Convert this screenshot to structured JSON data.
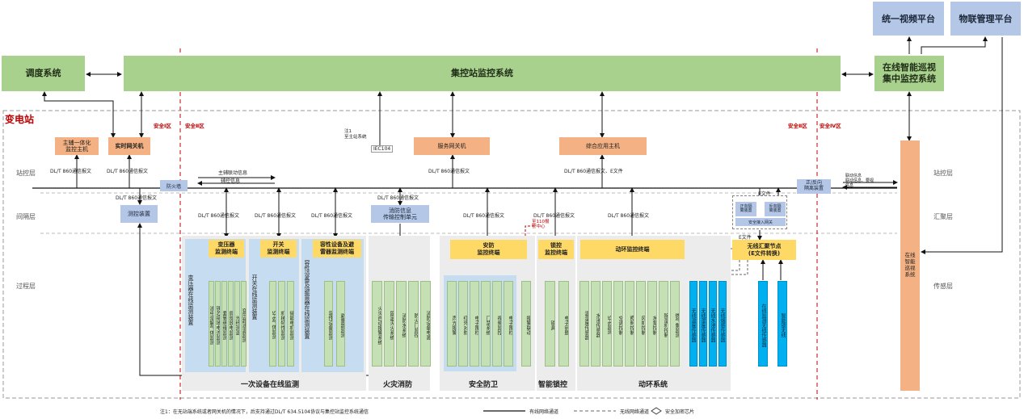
{
  "platforms": {
    "video": "统一视频平台",
    "iot": "物联管理平台",
    "dispatch": "调度系统",
    "central": "集控站监控系统",
    "inspection": "在线智能巡视\n集中监控系统"
  },
  "substation_label": "变电站",
  "zones": {
    "zone1": "安全Ⅰ区",
    "zone2a": "安全Ⅱ区",
    "zone2b": "安全Ⅱ区",
    "zone4": "安全Ⅳ区"
  },
  "layers": {
    "station_left": "站控层",
    "bay": "间隔层",
    "process": "过程层",
    "station_right": "站控层",
    "convergence": "汇聚层",
    "sensing": "传感层"
  },
  "station": {
    "aux_host": "主辅一体化\n监控主机",
    "realtime_gw": "实时网关机",
    "service_gw": "服务网关机",
    "app_host": "综合应用主机",
    "firewall": "防火墙",
    "fwd_isolation": "正/反向\n隔离装置",
    "measure": "测控装置",
    "fire_unit": "消防信息\n传输控制单元",
    "fwd_iso_small": "正向隔\n离装置",
    "rev_iso_small": "反向隔\n离装置",
    "safe_access": "安全接入网关",
    "inspection_sys": "在线\n智能\n巡视\n系统",
    "note1": "注1\n至主站系统",
    "iec104": "IEC104"
  },
  "protocols": {
    "p1": "DL/T 860通信报文",
    "p2": "DL/T 860通信报文",
    "p3": "DL/T 860通信报文",
    "p4": "DL/T 860通信报文",
    "p5": "DL/T 860通信报文、E文件",
    "p6": "DL/T 860通信报文",
    "p7": "DL/T 860通信报文",
    "p8": "DL/T 860通信报文",
    "p9": "DL/T 860通信报文",
    "p10": "DL/T 860通信报文",
    "p11": "DL/T 860通信报文",
    "p12": "DL/T 860通信报文",
    "p13": "DL/T 860通信报文",
    "p14": "DL/T 860通信报文",
    "link_info": "主辅联动信息",
    "assist_info": "辅控信息",
    "e_file_1": "E文件",
    "e_file_2": "E文件",
    "linkage_right": "联动信息\n联动信息、要视\n信息",
    "alarm_110": "至110报\n警中心"
  },
  "terminals": {
    "transformer": "变压器\n监测终端",
    "switch": "开关\n监测终端",
    "arrester": "容性设备及避\n雷器监测终端",
    "security": "安防\n监控终端",
    "lock": "锁控\n监控终端",
    "env": "动环监控终端",
    "wireless": "无线汇聚节点\n(E文件转换)"
  },
  "big_vertical": {
    "transformer": "变压器在线监测装置",
    "switch": "开关在线监测装置",
    "arrester": "容性设备及避雷器在线监测装置"
  },
  "devices": {
    "transformer": [
      "油中溶解气体监测",
      "铁芯接地电流监测",
      "套管绝缘监测",
      "局部放电监测",
      "光纤测温",
      "变压器油温监测"
    ],
    "switch": [
      "SF6气体监测",
      "机械特性监测",
      "储能电机监测"
    ],
    "arrester": [
      "容性设备监测",
      "避雷器监测"
    ],
    "fire": [
      "火灾自动报警系统",
      "固定灭火系统",
      "消防水系统",
      "防火门监控",
      "消防设备电源"
    ],
    "security": [
      "声光报警",
      "红外对射",
      "电子围栏",
      "门禁系统",
      "视频监控",
      "电子围栏"
    ],
    "security_alarm": "报警联动",
    "lock": [
      "锁具",
      "电子钥匙"
    ],
    "env": [
      "温湿度传感器",
      "水浸传感器",
      "SF6监测",
      "空调控制",
      "照明控制",
      "风机控制",
      "水泵控制",
      "除湿机控制",
      "微气象监测"
    ],
    "wireless": [
      "无线温度传感器",
      "无线湿度传感器",
      "无线水浸传感器",
      "无线烟感传感器"
    ],
    "wireless_right": [
      "在线监测无线传感器",
      "智能锁无线"
    ]
  },
  "groups": {
    "primary": "一次设备在线监测",
    "fire": "火灾消防",
    "security": "安全防卫",
    "lock": "智能锁控",
    "env": "动环系统"
  },
  "footer": {
    "note": "注1：在无站端系统或者网关机的情况下，后支持通过DL/T 634.5104协议与集控站监控系统通信",
    "wired": "有线网络通道",
    "wireless": "无线网络通道",
    "chip": "安全加密芯片"
  }
}
